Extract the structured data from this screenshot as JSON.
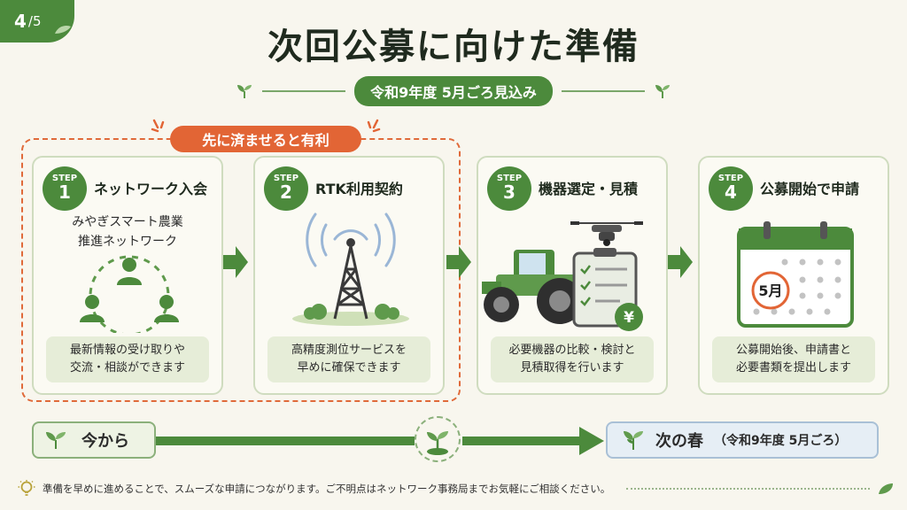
{
  "page": {
    "current": "4",
    "total": "/5"
  },
  "title": "次回公募に向けた準備",
  "subtitle": "令和9年度 5月ごろ見込み",
  "highlight": "先に済ませると有利",
  "steps": [
    {
      "label": "STEP",
      "number": "1",
      "title": "ネットワーク入会",
      "sub_lines": [
        "みやぎスマート農業",
        "推進ネットワーク"
      ],
      "desc_lines": [
        "最新情報の受け取りや",
        "交流・相談ができます"
      ],
      "icon": "people-network-icon"
    },
    {
      "label": "STEP",
      "number": "2",
      "title": "RTK利用契約",
      "desc_lines": [
        "高精度測位サービスを",
        "早めに確保できます"
      ],
      "icon": "antenna-tower-icon"
    },
    {
      "label": "STEP",
      "number": "3",
      "title": "機器選定・見積",
      "desc_lines": [
        "必要機器の比較・検討と",
        "見積取得を行います"
      ],
      "icon": "tractor-drone-estimate-icon",
      "price_symbol": "¥"
    },
    {
      "label": "STEP",
      "number": "4",
      "title": "公募開始で申請",
      "desc_lines": [
        "公募開始後、申請書と",
        "必要書類を提出します"
      ],
      "icon": "calendar-icon",
      "calendar_mark": "5月"
    }
  ],
  "timeline": {
    "start": "今から",
    "end": "次の春",
    "end_paren": "（令和9年度 5月ごろ）"
  },
  "footer": "準備を早めに進めることで、スムーズな申請につながります。ご不明点はネットワーク事務局までお気軽にご相談ください。",
  "colors": {
    "green": "#4c8a3c",
    "orange": "#e26535",
    "cream": "#f8f6ee",
    "light_green": "#e6edd8",
    "blue_bg": "#e6eef5"
  }
}
